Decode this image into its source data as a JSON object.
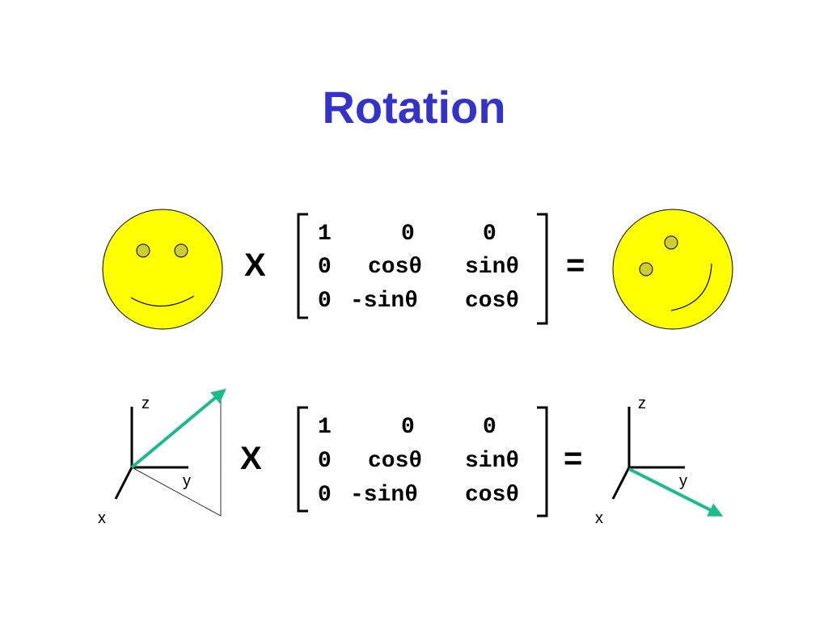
{
  "title": "Rotation",
  "colors": {
    "title": "#3333cc",
    "face_fill": "#ffff00",
    "eye_fill": "#cccc33",
    "vector": "#1abc8c"
  },
  "operators": {
    "times": "X",
    "equals": "="
  },
  "rotation_matrix": [
    [
      "1",
      "0",
      "0"
    ],
    [
      "0",
      "cosθ",
      "sinθ"
    ],
    [
      "0",
      "-sinθ",
      "cosθ"
    ]
  ],
  "axes": {
    "x": "x",
    "y": "y",
    "z": "z"
  }
}
